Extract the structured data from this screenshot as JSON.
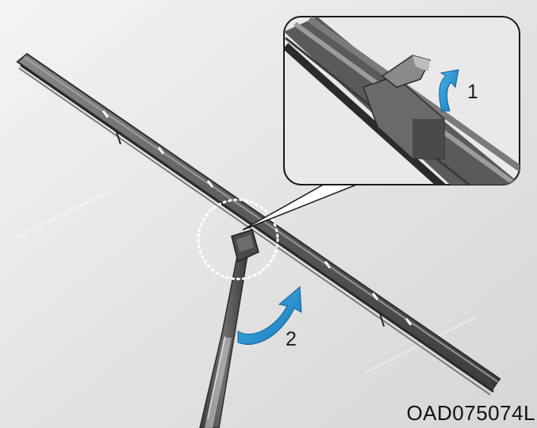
{
  "figure": {
    "code": "OAD075074L",
    "steps": [
      {
        "label": "1",
        "action": "lift-clip"
      },
      {
        "label": "2",
        "action": "rotate-blade"
      }
    ]
  },
  "colors": {
    "background": "#e3e3e3",
    "blade_dark": "#4d4d4d",
    "blade_mid": "#6f6f6f",
    "blade_light": "#9a9a9a",
    "arrow_blue": "#1f8fcf",
    "text": "#111111"
  },
  "icons": [
    "curved-arrow-icon",
    "rotate-arrow-icon",
    "magnifier-circle"
  ]
}
